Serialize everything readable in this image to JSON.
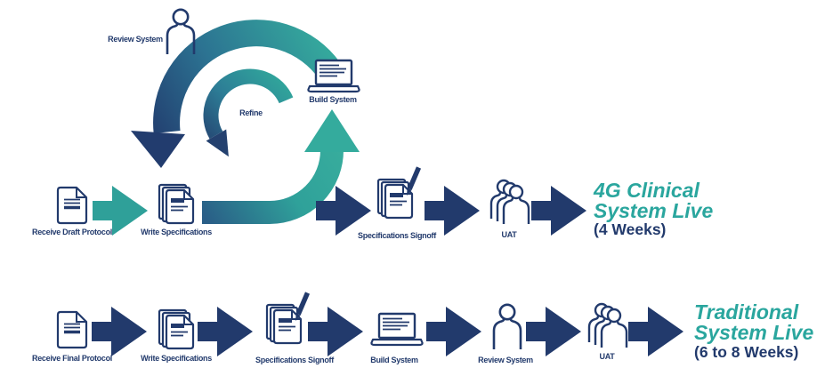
{
  "colors": {
    "navy": "#223A6C",
    "teal": "#2EA79D",
    "gradient_start": "#223C6E",
    "gradient_end": "#35AB9D"
  },
  "cycle": {
    "review_system": "Review System",
    "build_system": "Build System",
    "refine": "Refine"
  },
  "top_flow": {
    "steps": {
      "receive": "Receive Draft Protocol",
      "write": "Write Specifications",
      "signoff": "Specifications Signoff",
      "uat": "UAT"
    },
    "result": {
      "line1": "4G Clinical",
      "line2": "System Live",
      "duration": "(4 Weeks)"
    }
  },
  "bottom_flow": {
    "steps": {
      "receive": "Receive Final Protocol",
      "write": "Write Specifications",
      "signoff": "Specifications Signoff",
      "build": "Build System",
      "review": "Review System",
      "uat": "UAT"
    },
    "result": {
      "line1": "Traditional",
      "line2": "System Live",
      "duration": "(6 to 8 Weeks)"
    }
  }
}
